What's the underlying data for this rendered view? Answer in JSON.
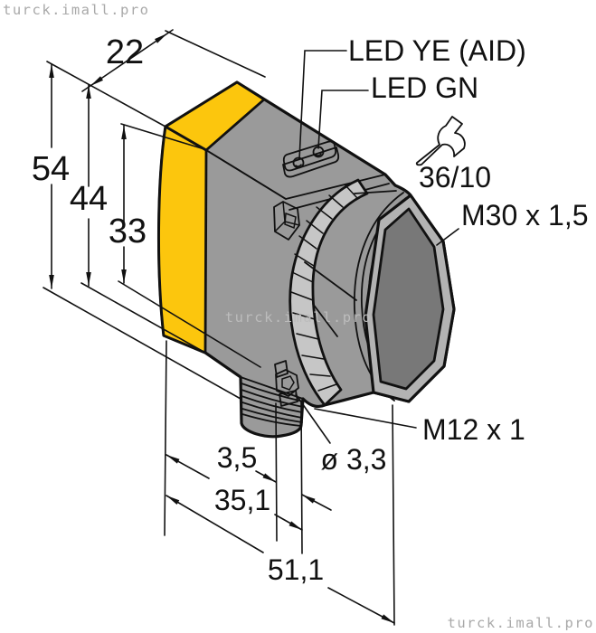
{
  "watermarks": {
    "top_left": "turck.imall.pro",
    "center": "turck.imall.pro",
    "bottom_right": "turck.imall.pro"
  },
  "dimensions": {
    "width_top": "22",
    "height_total": "54",
    "height_housing": "44",
    "hole_spacing": "33",
    "connector_offset": "3,5",
    "mounting_hole_diameter": "ø 3,3",
    "depth_to_connector": "35,1",
    "depth_total": "51,1"
  },
  "labels": {
    "led_yellow": "LED YE (AID)",
    "led_green": "LED GN",
    "wrench_size": "36/10",
    "front_thread": "M30 x 1,5",
    "connector_thread": "M12 x 1"
  },
  "colors": {
    "housing_yellow": "#FCC60D",
    "body_gray": "#9A9A9A",
    "top_face_gray": "#A4A4A4",
    "ring_gray": "#C6C6C6",
    "bezel_gray": "#B3B3B3",
    "lens_dark_gray": "#787878",
    "plate_gray": "#D7D7D7",
    "outline_black": "#111111",
    "watermark_gray": "#A9A9A9"
  }
}
